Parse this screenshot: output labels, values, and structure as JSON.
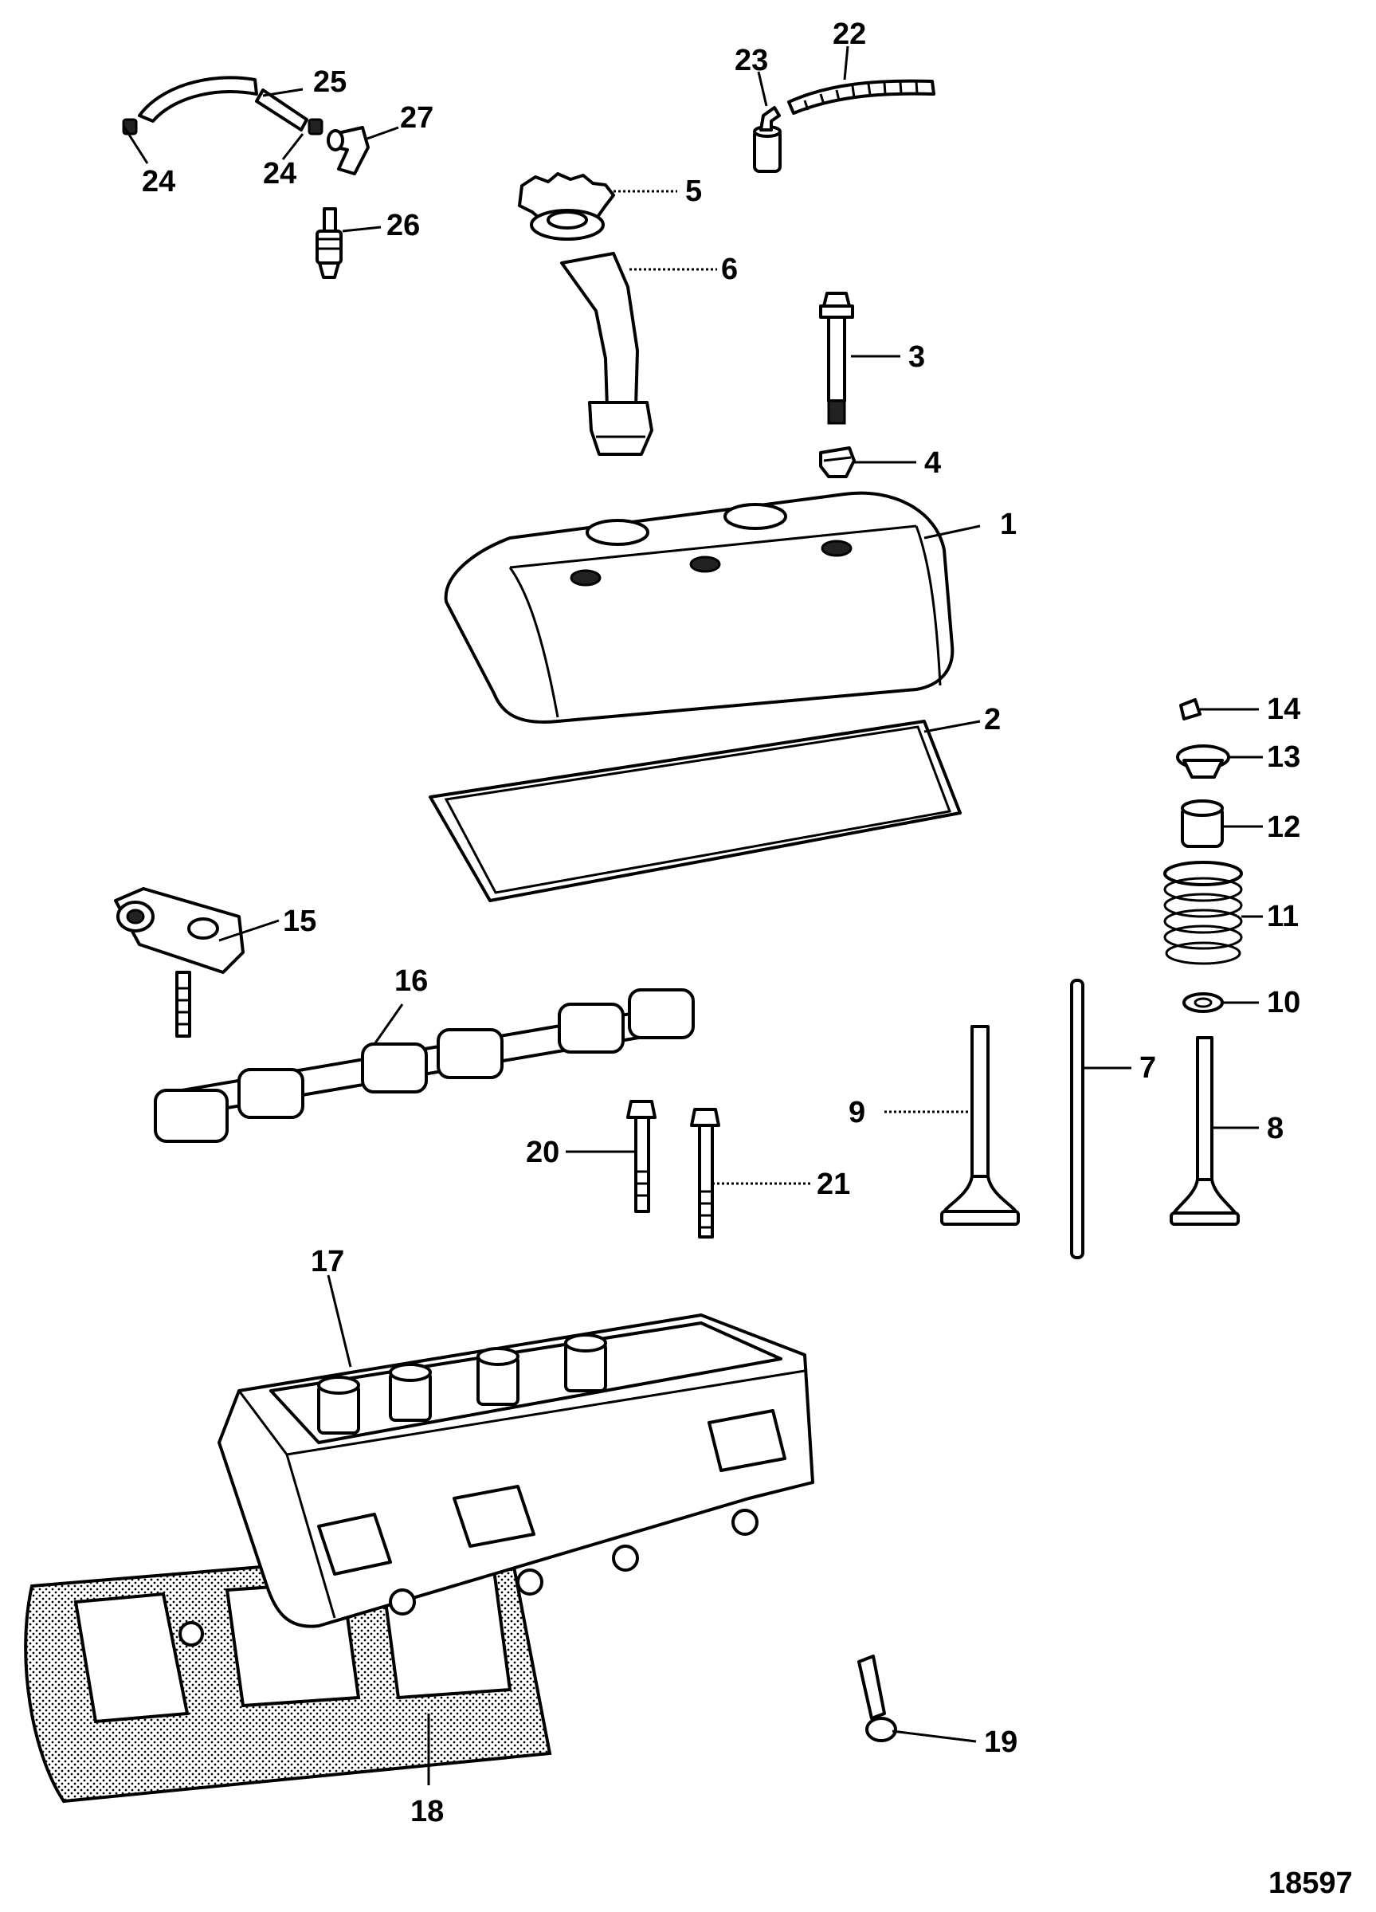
{
  "figure_number": "18597",
  "callouts": [
    "1",
    "2",
    "3",
    "4",
    "5",
    "6",
    "7",
    "8",
    "9",
    "10",
    "11",
    "12",
    "13",
    "14",
    "15",
    "16",
    "17",
    "18",
    "19",
    "20",
    "21",
    "22",
    "23",
    "24",
    "24",
    "25",
    "26",
    "27"
  ]
}
